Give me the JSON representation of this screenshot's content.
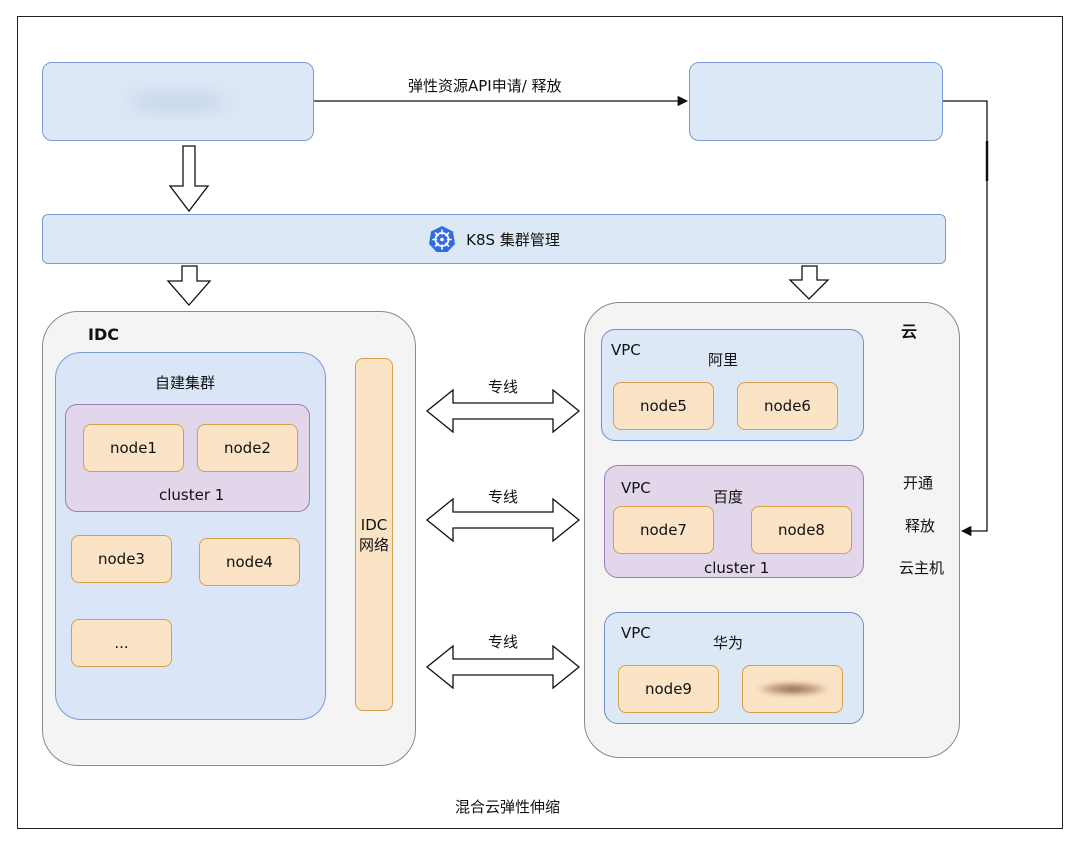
{
  "top_arrow_label": "弹性资源API申请/ 释放",
  "k8s_bar": {
    "label": "K8S 集群管理"
  },
  "idc": {
    "title": "IDC",
    "self_cluster": {
      "title": "自建集群",
      "cluster": {
        "nodes": [
          "node1",
          "node2"
        ],
        "label": "cluster 1"
      },
      "loose_nodes": [
        "node3",
        "node4",
        "..."
      ]
    },
    "network": "IDC\n网络"
  },
  "links": [
    "专线",
    "专线",
    "专线"
  ],
  "cloud": {
    "title": "云",
    "vpcs": [
      {
        "tag": "VPC",
        "provider": "阿里",
        "nodes": [
          "node5",
          "node6"
        ]
      },
      {
        "tag": "VPC",
        "provider": "百度",
        "nodes": [
          "node7",
          "node8"
        ],
        "cluster_label": "cluster 1"
      },
      {
        "tag": "VPC",
        "provider": "华为",
        "nodes": [
          "node9"
        ]
      }
    ]
  },
  "side_labels": [
    "开通",
    "释放",
    "云主机"
  ],
  "footer": "混合云弹性伸缩",
  "icons": {
    "k8s": "kubernetes-helm-icon"
  },
  "colors": {
    "blue_fill": "#dde8f6",
    "purple_fill": "#e2d6ea",
    "node_fill": "#fbe3c5",
    "k8s_logo": "#326ce5"
  }
}
